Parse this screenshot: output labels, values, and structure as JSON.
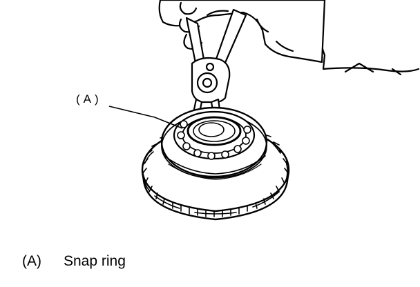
{
  "diagram": {
    "callout_label": "(A)",
    "legend": [
      {
        "key": "(A)",
        "text": "Snap ring"
      }
    ]
  }
}
